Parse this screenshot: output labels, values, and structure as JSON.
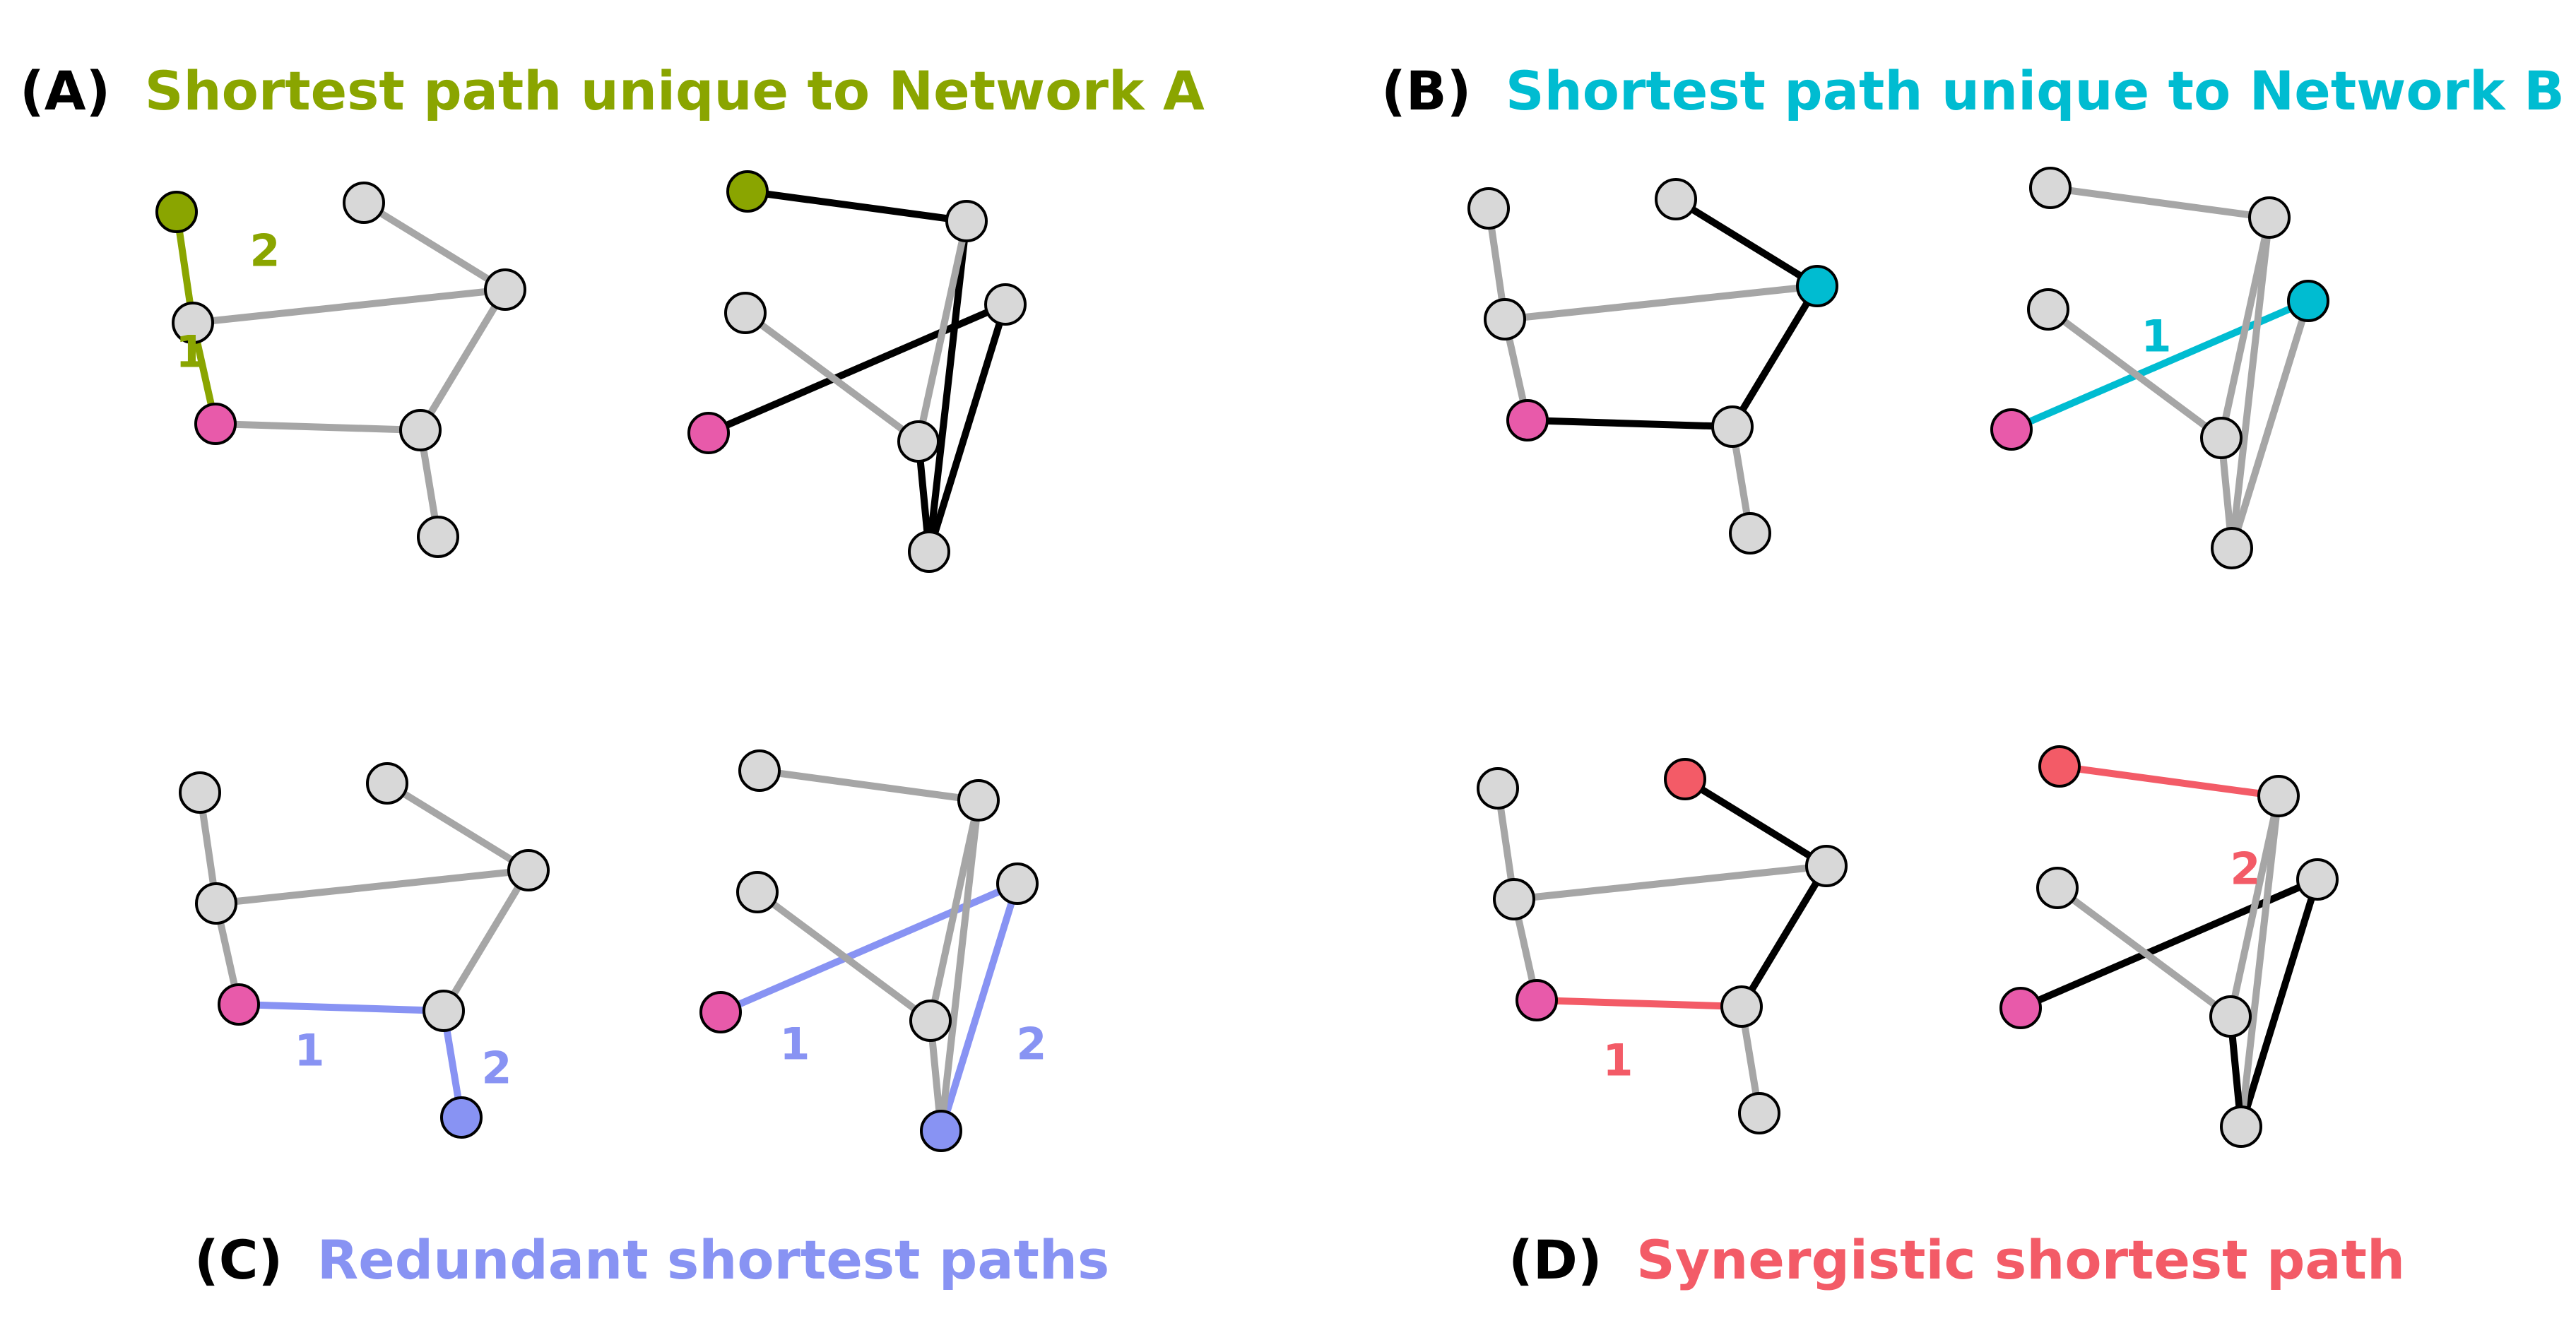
{
  "colors": {
    "network_a": "#8aa500",
    "network_b": "#00bcd1",
    "redundant": "#8893f3",
    "synergistic": "#f35b67",
    "source": "#e85aaa",
    "node_default": "#d8d8d8",
    "edge_default": "#a6a6a6",
    "edge_black": "#000000",
    "title_black": "#000000"
  },
  "panels": [
    {
      "id": "A",
      "tag": "(A)",
      "title": "Shortest path unique to Network A",
      "accent": "network_a",
      "title_position": "top"
    },
    {
      "id": "B",
      "tag": "(B)",
      "title": "Shortest path unique to Network B",
      "accent": "network_b",
      "title_position": "top"
    },
    {
      "id": "C",
      "tag": "(C)",
      "title": "Redundant shortest paths",
      "accent": "redundant",
      "title_position": "bottom"
    },
    {
      "id": "D",
      "tag": "(D)",
      "title": "Synergistic shortest path",
      "accent": "synergistic",
      "title_position": "bottom"
    }
  ],
  "step_labels": {
    "one": "1",
    "two": "2"
  }
}
